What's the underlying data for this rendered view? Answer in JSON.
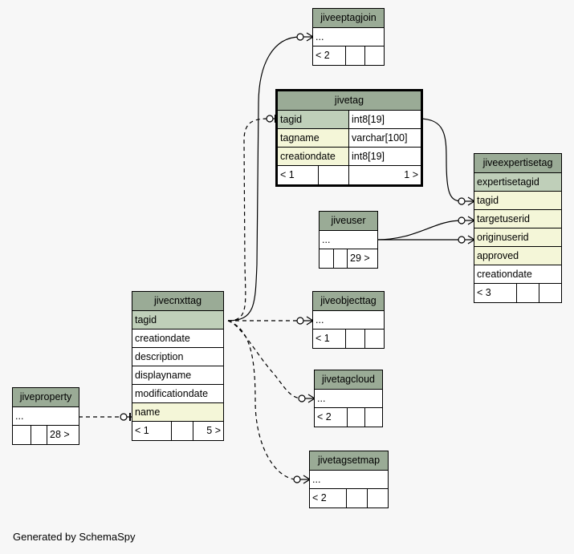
{
  "footer": "Generated by SchemaSpy",
  "tables": {
    "jiveeptagjoin": {
      "title": "jiveeptagjoin",
      "dots": "...",
      "left": "< 2"
    },
    "jivetag": {
      "title": "jivetag",
      "cols": [
        {
          "name": "tagid",
          "type": "int8[19]"
        },
        {
          "name": "tagname",
          "type": "varchar[100]"
        },
        {
          "name": "creationdate",
          "type": "int8[19]"
        }
      ],
      "left": "< 1",
      "right": "1 >"
    },
    "jiveexpertisetag": {
      "title": "jiveexpertisetag",
      "cols": [
        "expertisetagid",
        "tagid",
        "targetuserid",
        "originuserid",
        "approved",
        "creationdate"
      ],
      "left": "< 3"
    },
    "jiveuser": {
      "title": "jiveuser",
      "dots": "...",
      "right": "29 >"
    },
    "jivecnxttag": {
      "title": "jivecnxttag",
      "cols": [
        "tagid",
        "creationdate",
        "description",
        "displayname",
        "modificationdate",
        "name"
      ],
      "left": "< 1",
      "right": "5 >"
    },
    "jiveobjecttag": {
      "title": "jiveobjecttag",
      "dots": "...",
      "left": "< 1"
    },
    "jivetagcloud": {
      "title": "jivetagcloud",
      "dots": "...",
      "left": "< 2"
    },
    "jivetagsetmap": {
      "title": "jivetagsetmap",
      "dots": "...",
      "left": "< 2"
    },
    "jiveproperty": {
      "title": "jiveproperty",
      "dots": "...",
      "right": "28 >"
    }
  }
}
